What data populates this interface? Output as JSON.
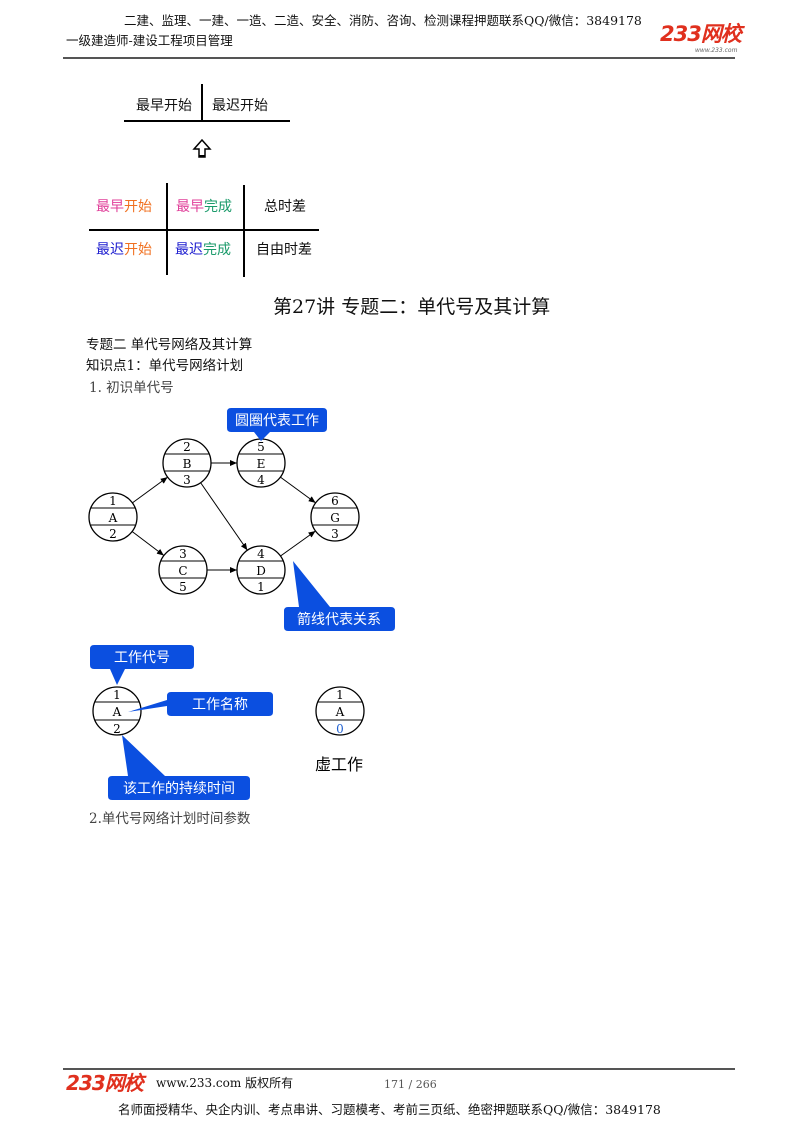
{
  "header": {
    "promo": "二建、监理、一建、一造、二造、安全、消防、咨询、检测课程押题联系QQ/微信：3849178",
    "subtitle": "一级建造师-建设工程项目管理",
    "logo_text": "233网校",
    "logo_url": "www.233.com"
  },
  "top_table": {
    "left": "最早开始",
    "right": "最迟开始"
  },
  "grid_table": {
    "rows": [
      {
        "c1a": "最早",
        "c1b": "开始",
        "c2a": "最早",
        "c2b": "完成",
        "c3": "总时差"
      },
      {
        "c1a": "最迟",
        "c1b": "开始",
        "c2a": "最迟",
        "c2b": "完成",
        "c3": "自由时差"
      }
    ]
  },
  "colors": {
    "pink": "#e0409a",
    "orange": "#f07020",
    "green": "#1a9a6a",
    "blue": "#2020d0",
    "callout": "#0b4fe0",
    "logo": "#e0301e",
    "virtual": "#2060d0"
  },
  "lecture_title": "第27讲  专题二：单代号及其计算",
  "sections": {
    "topic": "专题二  单代号网络及其计算",
    "knowledge": "知识点1：单代号网络计划",
    "item1": "1. 初识单代号",
    "item2": "2.单代号网络计划时间参数"
  },
  "network": {
    "nodes": [
      {
        "key": "A",
        "code": "1",
        "name": "A",
        "duration": "2"
      },
      {
        "key": "B",
        "code": "2",
        "name": "B",
        "duration": "3"
      },
      {
        "key": "C",
        "code": "3",
        "name": "C",
        "duration": "5"
      },
      {
        "key": "E",
        "code": "5",
        "name": "E",
        "duration": "4"
      },
      {
        "key": "D",
        "code": "4",
        "name": "D",
        "duration": "1"
      },
      {
        "key": "G",
        "code": "6",
        "name": "G",
        "duration": "3"
      }
    ],
    "edges": [
      [
        "A",
        "B"
      ],
      [
        "A",
        "C"
      ],
      [
        "B",
        "E"
      ],
      [
        "B",
        "D"
      ],
      [
        "C",
        "D"
      ],
      [
        "E",
        "G"
      ],
      [
        "D",
        "G"
      ]
    ],
    "callout_circle": "圆圈代表工作",
    "callout_arrow": "箭线代表关系"
  },
  "legend": {
    "node": {
      "code": "1",
      "name": "A",
      "duration": "2"
    },
    "callout_code": "工作代号",
    "callout_name": "工作名称",
    "callout_duration": "该工作的持续时间",
    "virtual": {
      "code": "1",
      "name": "A",
      "duration": "0",
      "label": "虚工作"
    }
  },
  "footer": {
    "logo_text": "233网校",
    "copyright": "www.233.com 版权所有",
    "page": "171 / 266",
    "promo": "名师面授精华、央企内训、考点串讲、习题模考、考前三页纸、绝密押题联系QQ/微信：3849178"
  }
}
